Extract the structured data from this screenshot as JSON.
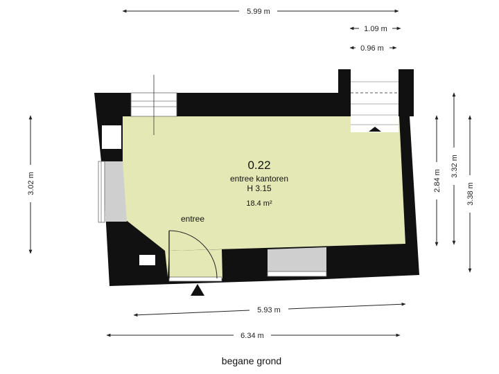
{
  "floor_name": "begane grond",
  "room": {
    "number": "0.22",
    "name": "entree kantoren",
    "height": "H 3.15",
    "area": "18.4 m²"
  },
  "door_label": "entree",
  "dimensions": {
    "top_total": "5.99 m",
    "top_right_a": "1.09 m",
    "top_right_b": "0.96 m",
    "left": "3.02 m",
    "right_a": "2.84 m",
    "right_b": "3.32 m",
    "right_c": "3.38 m",
    "bottom_inner": "5.93 m",
    "bottom_outer": "6.34 m"
  }
}
